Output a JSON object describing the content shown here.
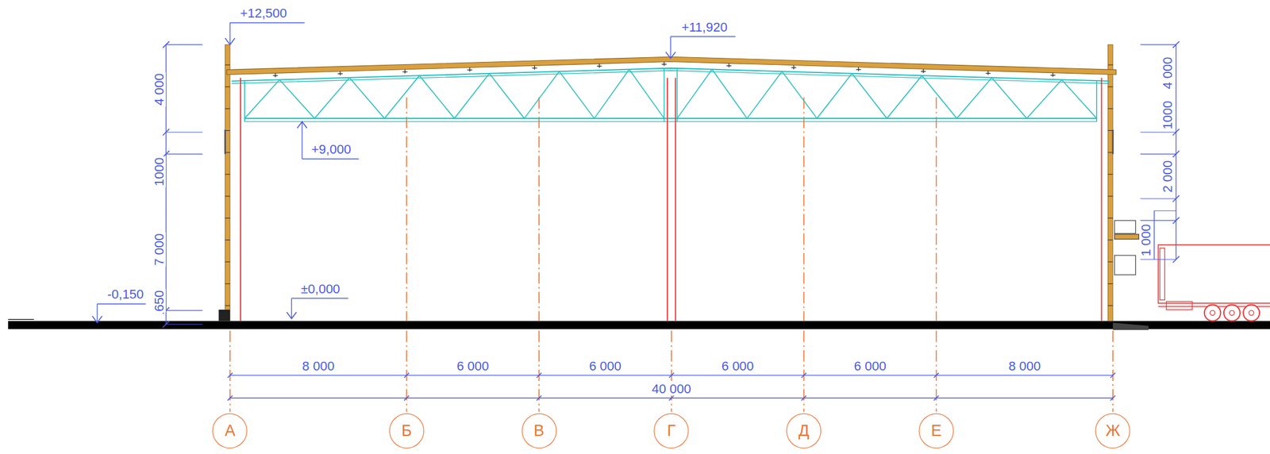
{
  "diagram": {
    "nodes": [
      {
        "text": [
          "А"
        ]
      },
      {
        "text": [
          "Б"
        ]
      },
      {
        "text": [
          "В"
        ]
      },
      {
        "text": [
          "Г"
        ]
      },
      {
        "text": [
          "Д"
        ]
      },
      {
        "text": [
          "Е"
        ]
      },
      {
        "text": [
          "Ж"
        ]
      }
    ],
    "labels": [
      "+12,500",
      "+11,920",
      "+9,000",
      "-0,150",
      "±0,000",
      "4 000",
      "1000",
      "7 000",
      "650",
      "4 000",
      "1000",
      "2 000",
      "1 000",
      "8 000",
      "6 000",
      "6 000",
      "6 000",
      "6 000",
      "8 000",
      "40 000"
    ]
  }
}
